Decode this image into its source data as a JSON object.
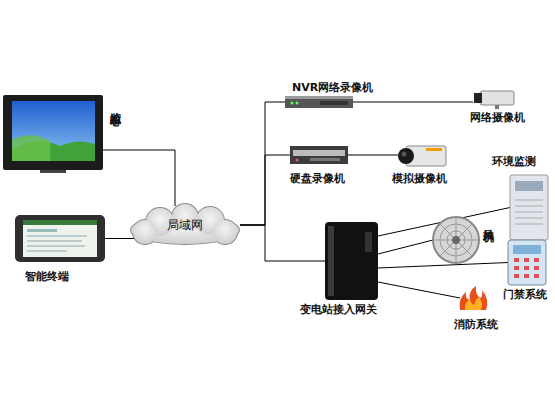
{
  "diagram": {
    "nodes": [
      {
        "text": [
          "监控中心"
        ]
      },
      {
        "text": [
          "智能终端"
        ]
      },
      {
        "text": [
          "局域网"
        ]
      },
      {
        "text": [
          "NVR网络录像机"
        ]
      },
      {
        "text": [
          "网络摄像机"
        ]
      },
      {
        "text": [
          "硬盘录像机"
        ]
      },
      {
        "text": [
          "模拟摄像机"
        ]
      },
      {
        "text": [
          "变电站接入网关"
        ]
      },
      {
        "text": [
          "环境监测"
        ]
      },
      {
        "text": [
          "抽风机"
        ]
      },
      {
        "text": [
          "门禁系统"
        ]
      },
      {
        "text": [
          "消防系统"
        ]
      }
    ],
    "edges": [
      {
        "from": 0,
        "to": 2,
        "arrow": "none"
      },
      {
        "from": 1,
        "to": 2,
        "arrow": "none"
      },
      {
        "from": 2,
        "to": 3,
        "arrow": "none"
      },
      {
        "from": 2,
        "to": 5,
        "arrow": "none"
      },
      {
        "from": 2,
        "to": 7,
        "arrow": "none"
      },
      {
        "from": 3,
        "to": 4,
        "arrow": "none"
      },
      {
        "from": 5,
        "to": 6,
        "arrow": "none"
      },
      {
        "from": 7,
        "to": 8,
        "arrow": "none"
      },
      {
        "from": 7,
        "to": 9,
        "arrow": "none"
      },
      {
        "from": 7,
        "to": 10,
        "arrow": "none"
      },
      {
        "from": 7,
        "to": 11,
        "arrow": "none"
      }
    ]
  }
}
